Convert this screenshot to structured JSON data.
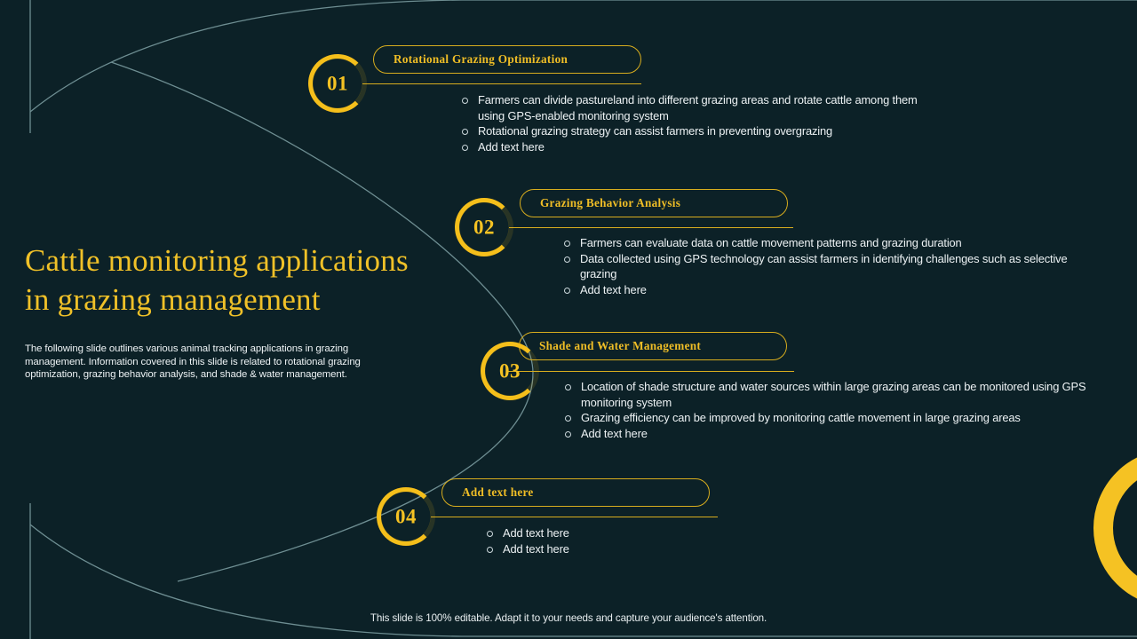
{
  "theme": {
    "background": "#0c2127",
    "accent": "#f5bf1b",
    "accent_text": "#f0c128",
    "body_text": "#edf2f4",
    "line": "#6e8e92"
  },
  "title": {
    "line1": "Cattle monitoring applications",
    "line2": "in grazing management"
  },
  "subtitle": "The following slide outlines various animal tracking applications in grazing management. Information covered in this slide is related to rotational grazing optimization, grazing behavior analysis, and shade & water management.",
  "sections": [
    {
      "number": "01",
      "heading": "Rotational Grazing  Optimization",
      "bullets": [
        "Farmers can divide pastureland into different grazing areas and rotate cattle among them using GPS-enabled monitoring system",
        "Rotational grazing strategy can assist farmers in preventing overgrazing",
        "Add text here"
      ]
    },
    {
      "number": "02",
      "heading": "Grazing  Behavior Analysis",
      "bullets": [
        "Farmers can evaluate data on cattle movement patterns and grazing duration",
        "Data collected using GPS technology can assist farmers in identifying challenges such as selective grazing",
        "Add text here"
      ]
    },
    {
      "number": "03",
      "heading": "Shade and Water Management",
      "bullets": [
        "Location of shade structure and water sources within large grazing areas can be monitored using GPS monitoring system",
        "Grazing efficiency can be improved by monitoring cattle movement in large grazing areas",
        "Add text here"
      ]
    },
    {
      "number": "04",
      "heading": "Add  text here",
      "bullets": [
        "Add text here",
        "Add text here"
      ]
    }
  ],
  "footer": "This slide is 100% editable. Adapt it to your needs and capture your audience's attention."
}
